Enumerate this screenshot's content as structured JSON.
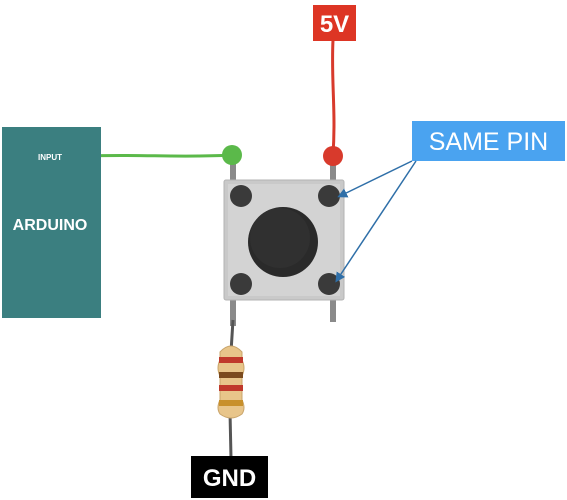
{
  "diagram": {
    "arduino": {
      "title": "ARDUINO",
      "pin_label": "INPUT",
      "color": "#3b7f80"
    },
    "supply": {
      "label": "5V",
      "color": "#dd3524",
      "wire_color": "#d83a2c"
    },
    "ground": {
      "label": "GND",
      "color": "#000000"
    },
    "callout": {
      "label": "SAME PIN",
      "color": "#4aa3f0",
      "arrow_color": "#2f6fa8"
    },
    "input_wire": {
      "color": "#5bb94a"
    },
    "button": {
      "body_color": "#c9c9c9",
      "cap_color": "#2a2a2a"
    },
    "resistor": {
      "body_color": "#e8c58a",
      "bands": [
        "#c0392b",
        "#7b4a1e",
        "#c0392b",
        "#c8902b"
      ]
    }
  }
}
